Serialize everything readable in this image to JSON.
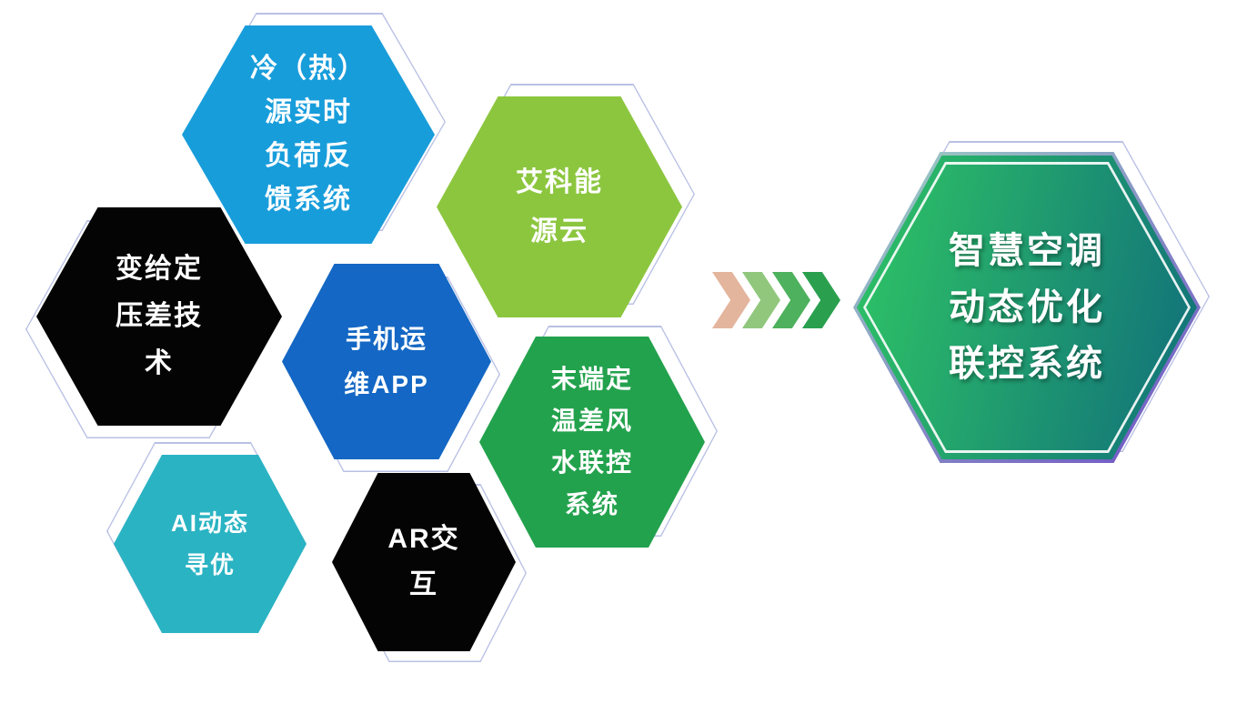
{
  "canvas": {
    "background": "#ffffff"
  },
  "outline_color": "#b9c0e4",
  "modules": [
    {
      "name": "cold-heat-load-feedback",
      "text": "冷（热）\n源实时\n负荷反\n馈系统",
      "color": "#189ddb"
    },
    {
      "name": "aike-energy-cloud",
      "text": "艾科能\n源云",
      "color": "#8cc63f"
    },
    {
      "name": "variable-pressure-difference",
      "text": "变给定\n压差技\n术",
      "color": "#040404"
    },
    {
      "name": "mobile-ops-app",
      "text": "手机运\n维APP",
      "color": "#1467c4"
    },
    {
      "name": "terminal-temp-diff-linkage",
      "text": "末端定\n温差风\n水联控\n系统",
      "color": "#23a24d"
    },
    {
      "name": "ai-dynamic-optimization",
      "text": "AI动态\n寻优",
      "color": "#2ab3c3"
    },
    {
      "name": "ar-interaction",
      "text": "AR交\n互",
      "color": "#040404"
    }
  ],
  "arrow": {
    "chevron_colors": [
      "#e3b59d",
      "#90c77d",
      "#4db15d",
      "#2aa04f"
    ]
  },
  "result": {
    "name": "smart-hvac-dynamic-optimization",
    "text": "智慧空调\n动态优化\n联控系统",
    "fill_start": "#2ec465",
    "fill_end": "#11707a",
    "border_start": "#9ed3c4",
    "border_end": "#6e4fc6"
  }
}
